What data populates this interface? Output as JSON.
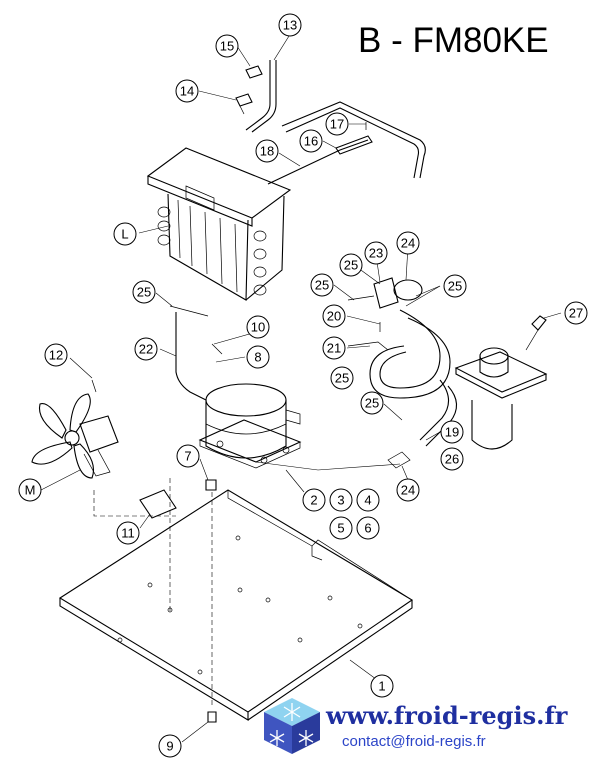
{
  "title": "B - FM80KE",
  "callouts": [
    {
      "label": "13"
    },
    {
      "label": "15"
    },
    {
      "label": "14"
    },
    {
      "label": "17"
    },
    {
      "label": "16"
    },
    {
      "label": "18"
    },
    {
      "label": "L"
    },
    {
      "label": "23"
    },
    {
      "label": "24"
    },
    {
      "label": "25"
    },
    {
      "label": "25"
    },
    {
      "label": "25"
    },
    {
      "label": "25"
    },
    {
      "label": "20"
    },
    {
      "label": "21"
    },
    {
      "label": "25"
    },
    {
      "label": "27"
    },
    {
      "label": "10"
    },
    {
      "label": "8"
    },
    {
      "label": "22"
    },
    {
      "label": "12"
    },
    {
      "label": "25"
    },
    {
      "label": "19"
    },
    {
      "label": "26"
    },
    {
      "label": "7"
    },
    {
      "label": "2"
    },
    {
      "label": "3"
    },
    {
      "label": "4"
    },
    {
      "label": "5"
    },
    {
      "label": "6"
    },
    {
      "label": "24"
    },
    {
      "label": "M"
    },
    {
      "label": "11"
    },
    {
      "label": "1"
    },
    {
      "label": "9"
    }
  ],
  "footer": {
    "website": "www.froid-regis.fr",
    "email": "contact@froid-regis.fr"
  },
  "colors": {
    "website": "#1f2fa0",
    "email": "#2c45c8",
    "logo_blue": "#2a3b9c",
    "logo_light": "#8fd3f0"
  },
  "icons": [
    "snowflake-logo-icon"
  ]
}
